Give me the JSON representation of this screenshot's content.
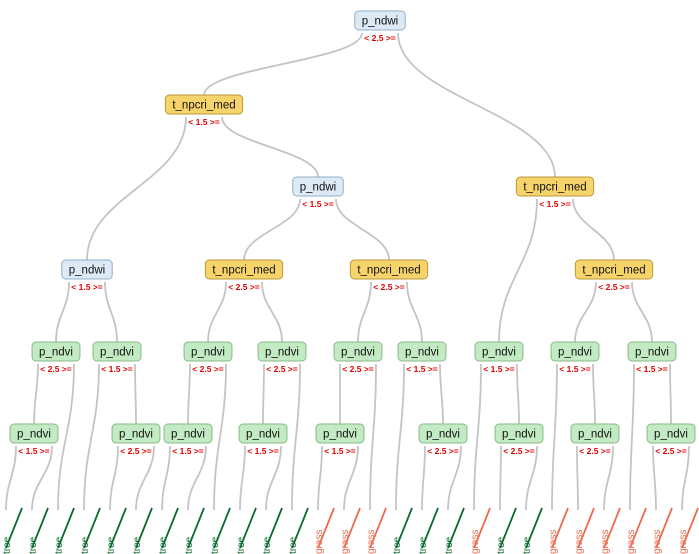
{
  "colors": {
    "split_node_fill": "#ddeaf6",
    "median_node_fill": "#f7d36b",
    "ndvi_node_fill": "#c3ebc3",
    "split_text": "#e00000",
    "tree_leaf": "#0a6b2c",
    "grass_leaf": "#ee6a4e",
    "edge": "#c4c4c4"
  },
  "tree": {
    "root": {
      "label": "p_ndwi",
      "split": "<  2.5  >=",
      "style": "blue",
      "left": {
        "label": "t_npcri_med",
        "split": "<  1.5  >=",
        "style": "gold",
        "left": {
          "label": "p_ndwi",
          "split": "<  1.5  >=",
          "style": "blue",
          "left": {
            "label": "p_ndvi",
            "split": "<  2.5  >=",
            "style": "green",
            "left": {
              "label": "p_ndvi",
              "split": "<  1.5  >=",
              "style": "green",
              "left": {
                "leaf": "tree"
              },
              "right": {
                "leaf": "tree"
              }
            },
            "right": {
              "leaf": "tree"
            }
          },
          "right": {
            "label": "p_ndvi",
            "split": "<  1.5  >=",
            "style": "green",
            "left": {
              "leaf": "tree"
            },
            "right": {
              "label": "p_ndvi",
              "split": "<  2.5  >=",
              "style": "green",
              "left": {
                "leaf": "tree"
              },
              "right": {
                "leaf": "tree"
              }
            }
          }
        },
        "right": {
          "label": "p_ndwi",
          "split": "<  1.5  >=",
          "style": "blue",
          "left": {
            "label": "t_npcri_med",
            "split": "<  2.5  >=",
            "style": "gold",
            "left": {
              "label": "p_ndvi",
              "split": "<  2.5  >=",
              "style": "green",
              "left": {
                "label": "p_ndvi",
                "split": "<  1.5  >=",
                "style": "green",
                "left": {
                  "leaf": "tree"
                },
                "right": {
                  "leaf": "tree"
                }
              },
              "right": {
                "leaf": "tree"
              }
            },
            "right": {
              "label": "p_ndvi",
              "split": "<  2.5  >=",
              "style": "green",
              "left": {
                "label": "p_ndvi",
                "split": "<  1.5  >=",
                "style": "green",
                "left": {
                  "leaf": "tree"
                },
                "right": {
                  "leaf": "tree"
                }
              },
              "right": {
                "leaf": "tree"
              }
            }
          },
          "right": {
            "label": "t_npcri_med",
            "split": "<  2.5  >=",
            "style": "gold",
            "left": {
              "label": "p_ndvi",
              "split": "<  2.5  >=",
              "style": "green",
              "left": {
                "label": "p_ndvi",
                "split": "<  1.5  >=",
                "style": "green",
                "left": {
                  "leaf": "grass"
                },
                "right": {
                  "leaf": "grass"
                }
              },
              "right": {
                "leaf": "grass"
              }
            },
            "right": {
              "label": "p_ndvi",
              "split": "<  1.5  >=",
              "style": "green",
              "left": {
                "leaf": "tree"
              },
              "right": {
                "label": "p_ndvi",
                "split": "<  2.5  >=",
                "style": "green",
                "left": {
                  "leaf": "tree"
                },
                "right": {
                  "leaf": "tree"
                }
              }
            }
          }
        }
      },
      "right": {
        "label": "t_npcri_med",
        "split": "<  1.5  >=",
        "style": "gold",
        "left": {
          "label": "p_ndvi",
          "split": "<  1.5  >=",
          "style": "green",
          "left": {
            "leaf": "grass"
          },
          "right": {
            "label": "p_ndvi",
            "split": "<  2.5  >=",
            "style": "green",
            "left": {
              "leaf": "tree"
            },
            "right": {
              "leaf": "tree"
            }
          }
        },
        "right": {
          "label": "t_npcri_med",
          "split": "<  2.5  >=",
          "style": "gold",
          "left": {
            "label": "p_ndvi",
            "split": "<  1.5  >=",
            "style": "green",
            "left": {
              "leaf": "grass"
            },
            "right": {
              "label": "p_ndvi",
              "split": "<  2.5  >=",
              "style": "green",
              "left": {
                "leaf": "grass"
              },
              "right": {
                "leaf": "grass"
              }
            }
          },
          "right": {
            "label": "p_ndvi",
            "split": "<  1.5  >=",
            "style": "green",
            "left": {
              "leaf": "grass"
            },
            "right": {
              "label": "p_ndvi",
              "split": "<  2.5  >=",
              "style": "green",
              "left": {
                "leaf": "grass"
              },
              "right": {
                "leaf": "grass"
              }
            }
          }
        }
      }
    }
  }
}
